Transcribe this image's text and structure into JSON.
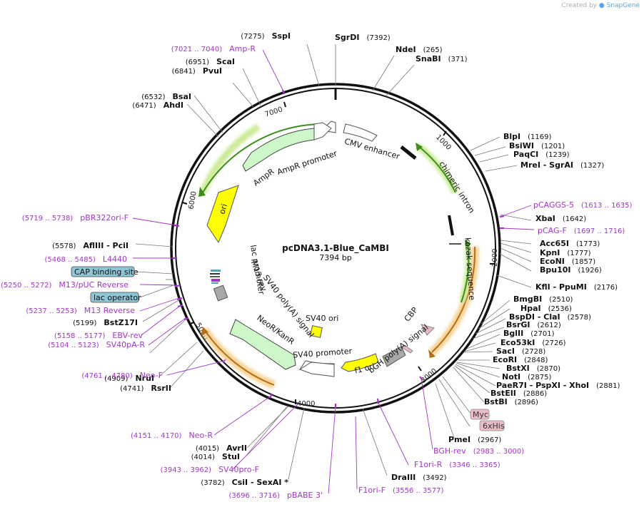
{
  "header": {
    "created_by": "Created by",
    "brand": "SnapGene"
  },
  "plasmid": {
    "name": "pcDNA3.1-Blue_CaMBI",
    "length": "7394 bp"
  },
  "tick_labels": [
    "1000",
    "2000",
    "3000",
    "4000",
    "5000",
    "6000",
    "7000"
  ],
  "enzymes_right": [
    {
      "name": "SgrDI",
      "pos": "(7392)"
    },
    {
      "name": "NdeI",
      "pos": "(265)"
    },
    {
      "name": "SnaBI",
      "pos": "(371)"
    },
    {
      "name": "BlpI",
      "pos": "(1169)"
    },
    {
      "name": "BsiWI",
      "pos": "(1201)"
    },
    {
      "name": "PaqCI",
      "pos": "(1239)"
    },
    {
      "name": "MreI  - SgrAI",
      "pos": "(1327)"
    },
    {
      "name": "XbaI",
      "pos": "(1642)"
    },
    {
      "name": "Acc65I",
      "pos": "(1773)"
    },
    {
      "name": "KpnI",
      "pos": "(1777)"
    },
    {
      "name": "EcoNI",
      "pos": "(1857)"
    },
    {
      "name": "Bpu10I",
      "pos": "(1926)"
    },
    {
      "name": "KflI  - PpuMI",
      "pos": "(2176)"
    },
    {
      "name": "BmgBI",
      "pos": "(2510)"
    },
    {
      "name": "HpaI",
      "pos": "(2536)"
    },
    {
      "name": "BspDI  - ClaI",
      "pos": "(2578)"
    },
    {
      "name": "BsrGI",
      "pos": "(2612)"
    },
    {
      "name": "BglII",
      "pos": "(2701)"
    },
    {
      "name": "Eco53kI",
      "pos": "(2726)"
    },
    {
      "name": "SacI",
      "pos": "(2728)"
    },
    {
      "name": "EcoRI",
      "pos": "(2848)"
    },
    {
      "name": "BstXI",
      "pos": "(2870)"
    },
    {
      "name": "NotI",
      "pos": "(2875)"
    },
    {
      "name": "PaeR7I  - PspXI  - XhoI",
      "pos": "(2881)"
    },
    {
      "name": "BstEII",
      "pos": "(2886)"
    },
    {
      "name": "BstBI",
      "pos": "(2896)"
    },
    {
      "name": "PmeI",
      "pos": "(2967)"
    },
    {
      "name": "DraIII",
      "pos": "(3492)"
    }
  ],
  "enzymes_left": [
    {
      "name": "SspI",
      "pos": "(7275)"
    },
    {
      "name": "ScaI",
      "pos": "(6951)"
    },
    {
      "name": "PvuI",
      "pos": "(6841)"
    },
    {
      "name": "BsaI",
      "pos": "(6532)"
    },
    {
      "name": "AhdI",
      "pos": "(6471)"
    },
    {
      "name": "AflIII  - PciI",
      "pos": "(5578)"
    },
    {
      "name": "BstZ17I",
      "pos": "(5199)"
    },
    {
      "name": "NruI",
      "pos": "(4909)"
    },
    {
      "name": "RsrII",
      "pos": "(4741)"
    },
    {
      "name": "AvrII",
      "pos": "(4015)"
    },
    {
      "name": "StuI",
      "pos": "(4014)"
    },
    {
      "name": "CsiI  - SexAI *",
      "pos": "(3782)"
    }
  ],
  "primers": [
    {
      "name": "Amp-R",
      "range": "(7021 .. 7040)"
    },
    {
      "name": "pCAGGS-5",
      "range": "(1613 .. 1635)"
    },
    {
      "name": "pCAG-F",
      "range": "(1697 .. 1716)"
    },
    {
      "name": "pBR322ori-F",
      "range": "(5719 .. 5738)"
    },
    {
      "name": "L4440",
      "range": "(5468 .. 5485)"
    },
    {
      "name": "M13/pUC Reverse",
      "range": "(5250 .. 5272)"
    },
    {
      "name": "M13 Reverse",
      "range": "(5237 .. 5253)"
    },
    {
      "name": "EBV-rev",
      "range": "(5158 .. 5177)"
    },
    {
      "name": "SV40pA-R",
      "range": "(5104 .. 5123)"
    },
    {
      "name": "Neo-F",
      "range": "(4761 .. 4780)"
    },
    {
      "name": "Neo-R",
      "range": "(4151 .. 4170)"
    },
    {
      "name": "SV40pro-F",
      "range": "(3943 .. 3962)"
    },
    {
      "name": "pBABE 3'",
      "range": "(3696 .. 3716)"
    },
    {
      "name": "F1ori-F",
      "range": "(3556 .. 3577)"
    },
    {
      "name": "F1ori-R",
      "range": "(3346 .. 3365)"
    },
    {
      "name": "BGH-rev",
      "range": "(2983 .. 3000)"
    }
  ],
  "boxed_features": {
    "cap": "CAP binding site",
    "lacop": "lac operator",
    "myc": "Myc",
    "his": "6xHis"
  },
  "features": {
    "cmv": "CMV enhancer",
    "chimeric": "chimeric intron",
    "kozak": "kozak sequence",
    "cbp": "CBP",
    "bgh": "bGH poly(A) signal",
    "f1": "f1 ori",
    "sv40prom": "SV40 promoter",
    "neo": "NeoR/KanR",
    "sv40pa": "SV40 poly(A) signal",
    "sv40ori": "SV40 ori",
    "m13rev": "M13 rev",
    "lacprom": "lac promoter",
    "ori": "ori",
    "ampr": "AmpR",
    "ampprom": "AmpR promoter"
  },
  "colors": {
    "primer": "#a235c9",
    "green_arrow": "#cdf7c8",
    "yellow": "#ffff00",
    "box_blue": "#8fc6d6",
    "box_pink": "#e9bcc6"
  }
}
